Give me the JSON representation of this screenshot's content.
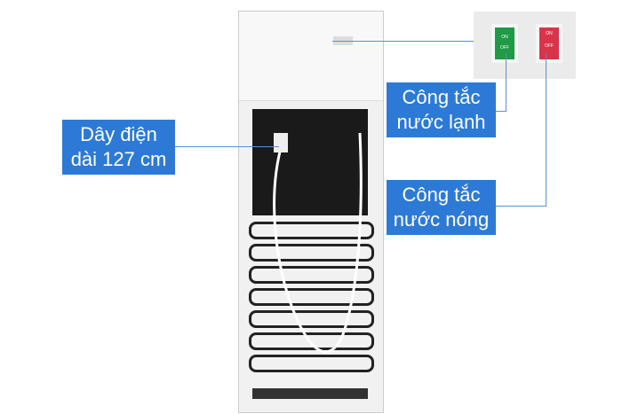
{
  "labels": {
    "power_cord": {
      "line1": "Dây điện",
      "line2": "dài 127 cm"
    },
    "cold_switch": {
      "line1": "Công tắc",
      "line2": "nước lạnh"
    },
    "hot_switch": {
      "line1": "Công tắc",
      "line2": "nước nóng"
    }
  },
  "switches": {
    "on": "ON",
    "off": "OFF"
  },
  "colors": {
    "label_bg": "#2d7ad6",
    "cold_switch": "#1f9a45",
    "hot_switch": "#d9344a"
  }
}
